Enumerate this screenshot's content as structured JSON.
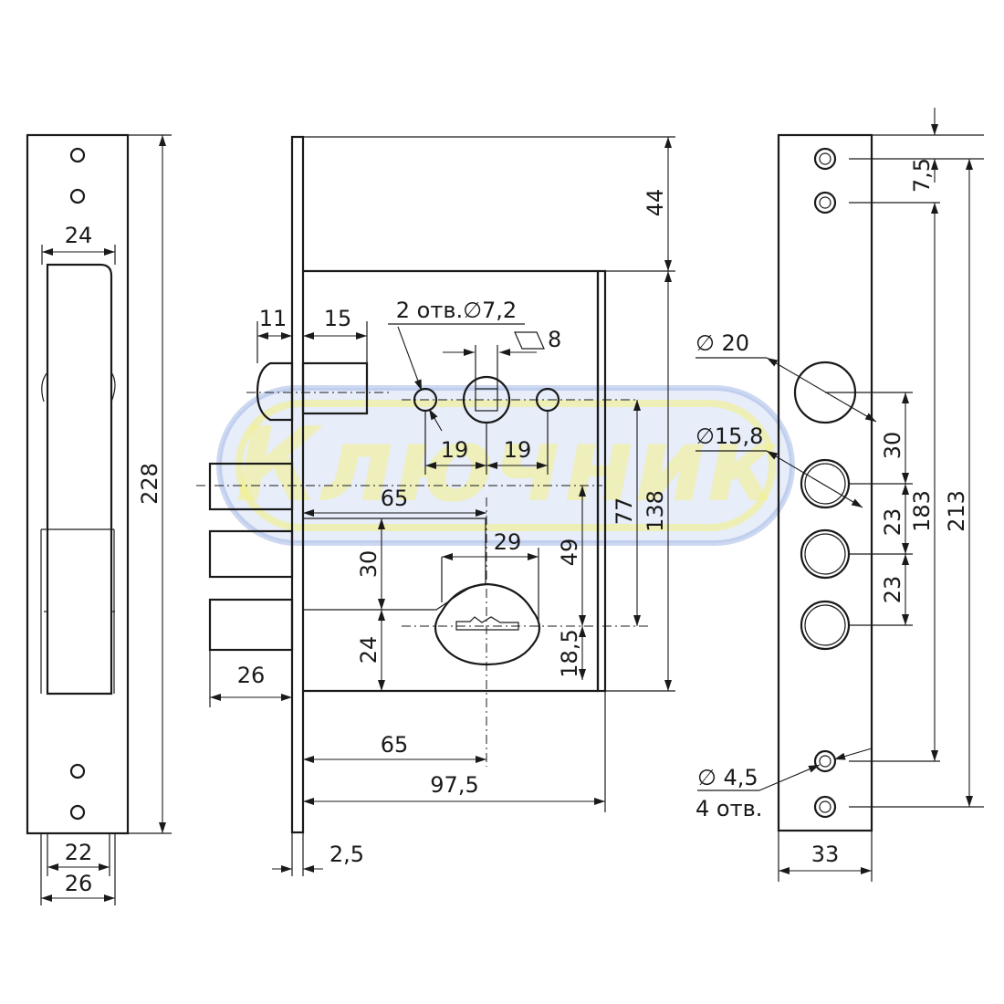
{
  "watermark": {
    "text": "Ключник"
  },
  "dimensions": {
    "strip_width_top": "24",
    "strip_height": "228",
    "strip_width_inner": "22",
    "strip_width_outer": "26",
    "latch_11": "11",
    "latch_15": "15",
    "holes_label": "2 отв.∅7,2",
    "square_label": "8",
    "spacing_19_left": "19",
    "spacing_19_right": "19",
    "top_44": "44",
    "body_65_top": "65",
    "cyl_29": "29",
    "h_30": "30",
    "h_24": "24",
    "h_49": "49",
    "h_77": "77",
    "h_138": "138",
    "h_18_5": "18,5",
    "bolt_26": "26",
    "body_65_bottom": "65",
    "body_97_5": "97,5",
    "plate_2_5": "2,5",
    "faceplate_7_5": "7,5",
    "d20": "∅ 20",
    "d15_8": "∅15,8",
    "v30": "30",
    "v23a": "23",
    "v23b": "23",
    "v183": "183",
    "v213": "213",
    "d4_5": "∅ 4,5",
    "holes_4": "4 отв.",
    "faceplate_33": "33"
  }
}
